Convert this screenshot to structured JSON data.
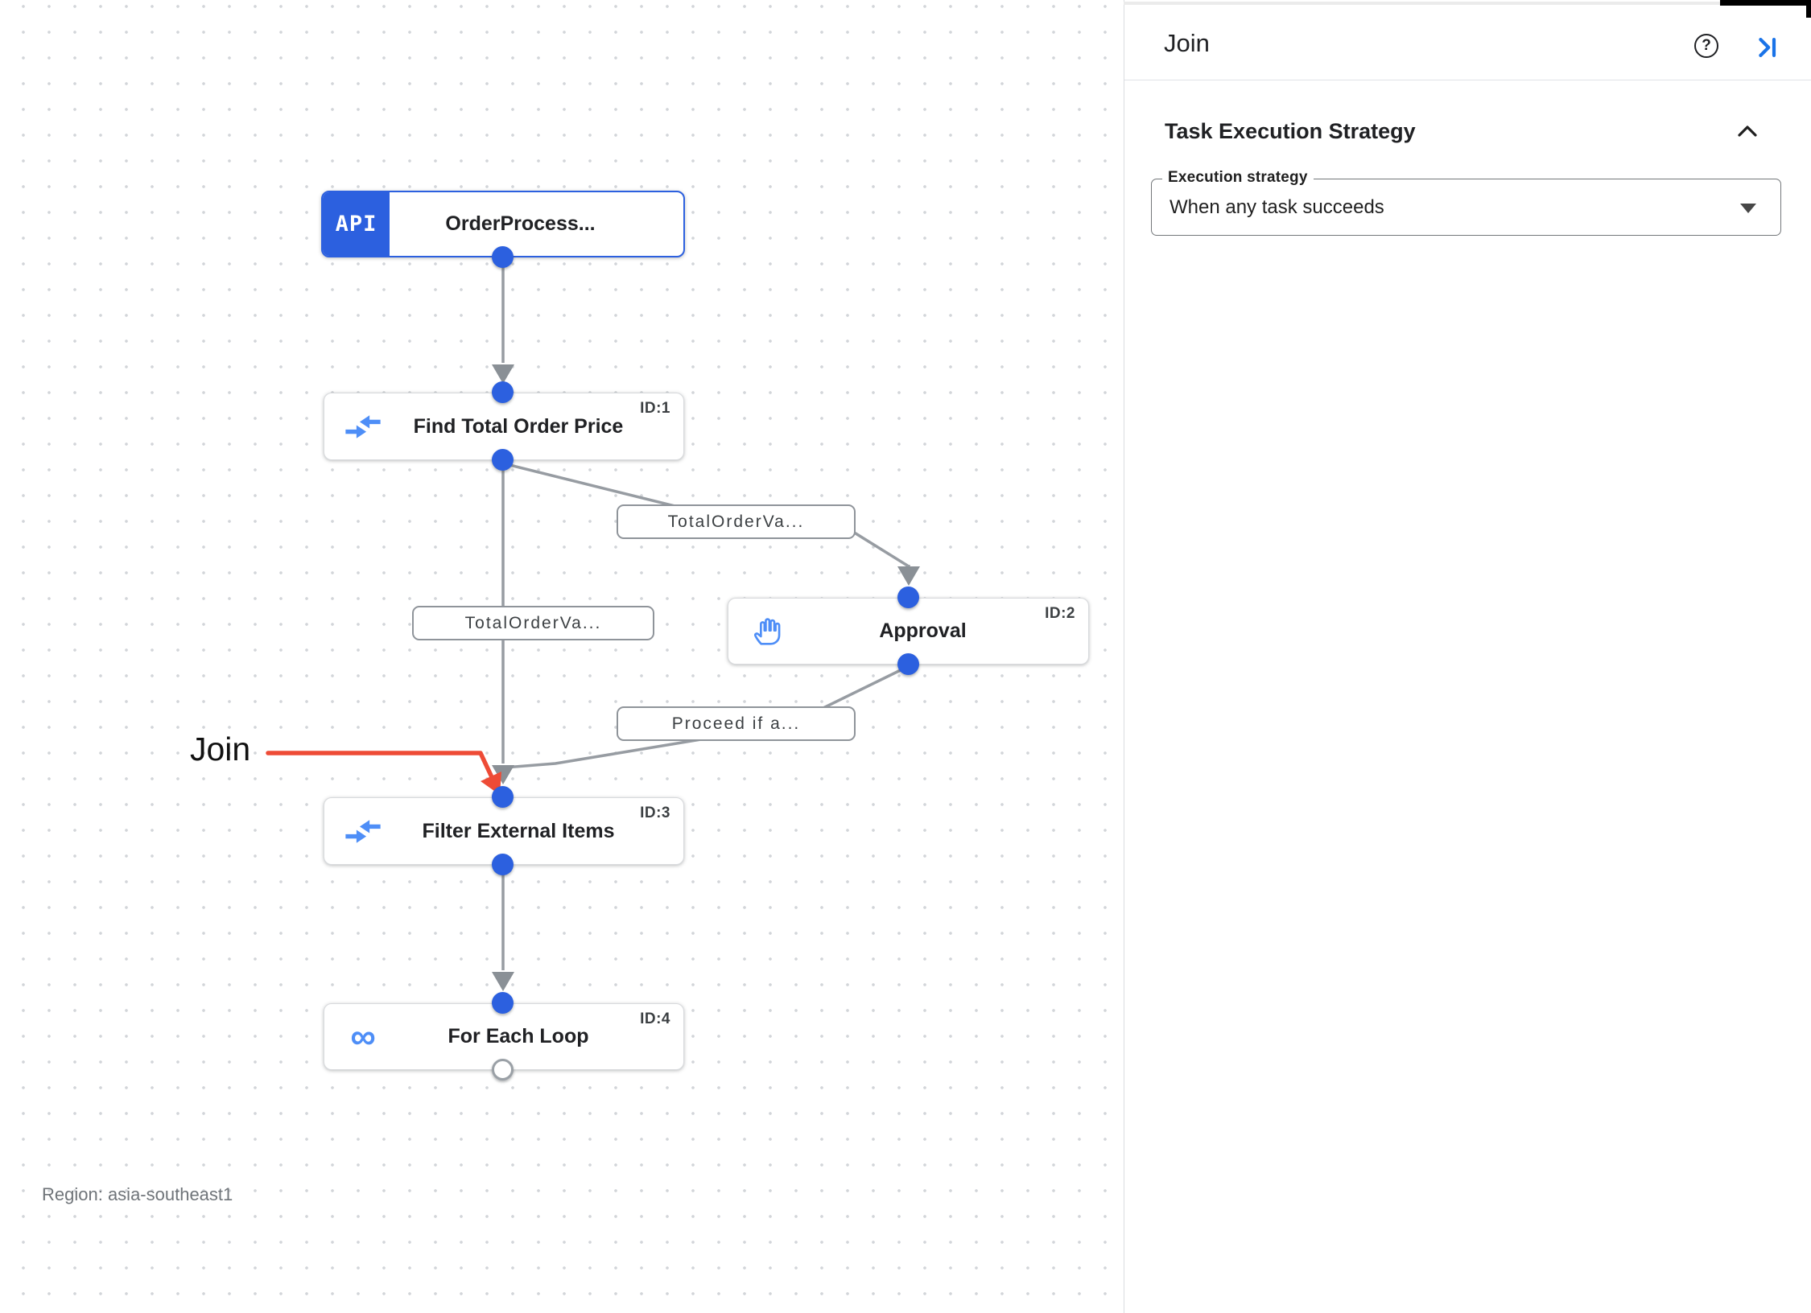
{
  "canvas": {
    "region_label": "Region: asia-southeast1",
    "annotation": {
      "label": "Join",
      "color": "#EE4B36"
    },
    "nodes": [
      {
        "title": "OrderProcess...",
        "badge": "API",
        "icon": "api-trigger-icon"
      },
      {
        "title": "Find Total Order Price",
        "id_label": "ID:1",
        "icon": "data-mapping-icon"
      },
      {
        "title": "Approval",
        "id_label": "ID:2",
        "icon": "approval-hand-icon"
      },
      {
        "title": "Filter External Items",
        "id_label": "ID:3",
        "icon": "data-mapping-icon"
      },
      {
        "title": "For Each Loop",
        "id_label": "ID:4",
        "icon": "loop-icon"
      }
    ],
    "edge_labels": [
      {
        "text": "TotalOrderVa..."
      },
      {
        "text": "TotalOrderVa..."
      },
      {
        "text": "Proceed if a..."
      }
    ],
    "icons": {
      "loop_glyph": "∞"
    }
  },
  "panel": {
    "title": "Join",
    "help_glyph": "?",
    "section": {
      "title": "Task Execution Strategy"
    },
    "field": {
      "label": "Execution strategy",
      "value": "When any task succeeds"
    }
  },
  "colors": {
    "accent_blue": "#2C60DF",
    "icon_blue": "#4E8EF7",
    "link_blue": "#1A73E8",
    "edge_gray": "#979CA2",
    "arrowhead_gray": "#8A9096",
    "annotation_red": "#EE4B36"
  }
}
